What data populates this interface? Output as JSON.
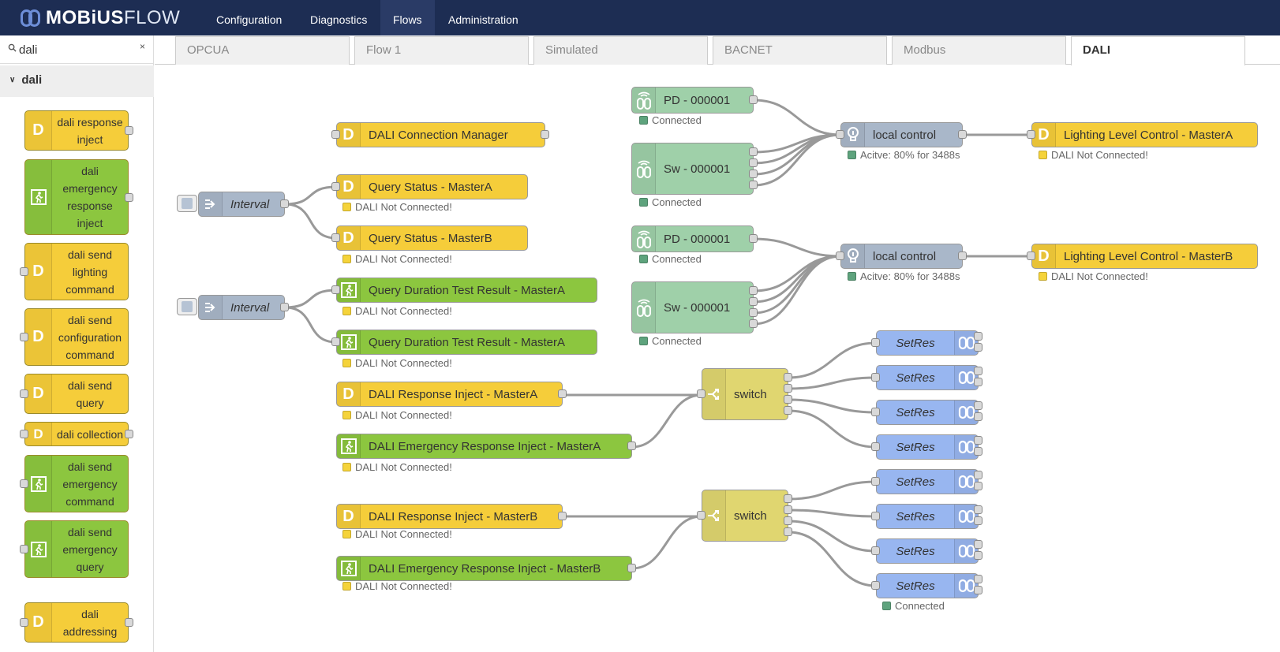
{
  "brand": {
    "name_bold": "MOBiUS",
    "name_light": "FLOW"
  },
  "nav": [
    "Configuration",
    "Diagnostics",
    "Flows",
    "Administration"
  ],
  "search": {
    "value": "dali",
    "clear": "×"
  },
  "palette": {
    "category": "dali",
    "nodes": [
      "dali response inject",
      "dali emergency response inject",
      "dali send lighting command",
      "dali send configuration command",
      "dali send query",
      "dali collection",
      "dali send emergency command",
      "dali send emergency query",
      "dali addressing"
    ]
  },
  "tabs": [
    "OPCUA",
    "Flow 1",
    "Simulated",
    "BACNET",
    "Modbus",
    "DALI"
  ],
  "active_tab": "DALI",
  "flow": {
    "conn_manager": "DALI Connection Manager",
    "interval1": "Interval",
    "interval2": "Interval",
    "qs_a": "Query Status - MasterA",
    "qs_b": "Query Status - MasterB",
    "qd_1": "Query Duration Test Result - MasterA",
    "qd_2": "Query Duration Test Result - MasterA",
    "ri_a": "DALI Response Inject - MasterA",
    "eri_a": "DALI Emergency Response Inject - MasterA",
    "ri_b": "DALI Response Inject - MasterB",
    "eri_b": "DALI Emergency Response Inject - MasterB",
    "switch1": "switch",
    "switch2": "switch",
    "pd1": "PD - 000001",
    "sw1": "Sw - 000001",
    "pd2": "PD - 000001",
    "sw2": "Sw - 000001",
    "lc1": "local control",
    "lc2": "local control",
    "llc_a": "Lighting Level Control - MasterA",
    "llc_b": "Lighting Level Control - MasterB",
    "setres": "SetRes",
    "status_not_connected": "DALI Not Connected!",
    "status_connected": "Connected",
    "status_active": "Acitve: 80% for 3488s"
  },
  "colors": {
    "header": "#1d2d53",
    "dali_yellow": "#f5cd3a",
    "emergency_green": "#8cc63f",
    "mobius_blue": "#98b6f0",
    "sensor_green": "#9fd0a9",
    "switch_olive": "#e0d670"
  }
}
